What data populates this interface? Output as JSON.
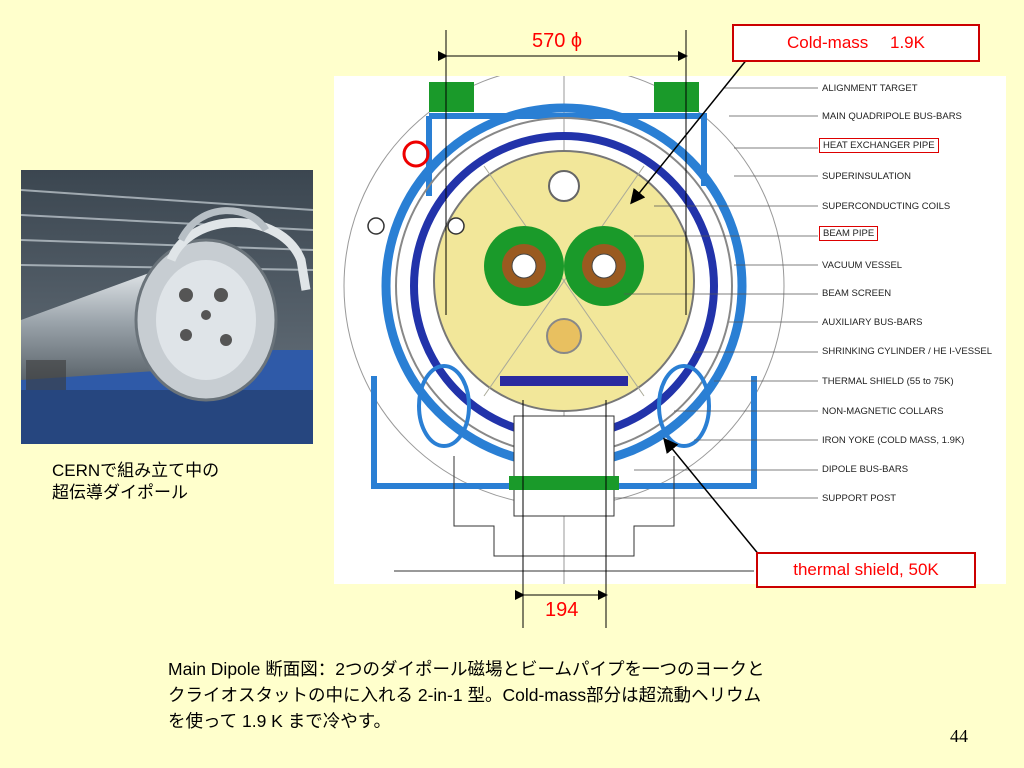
{
  "slide": {
    "page_number": "44",
    "main_text_lines": [
      "Main Dipole 断面図：2つのダイポール磁場とビームパイプを一つのヨークと",
      "クライオスタットの中に入れる 2-in-1 型。Cold-mass部分は超流動ヘリウム",
      "を使って 1.9 K まで冷やす。"
    ]
  },
  "photo": {
    "caption_lines": [
      "CERNで組み立て中の",
      "超伝導ダイポール"
    ]
  },
  "diagram": {
    "dimension_top": "570 ϕ",
    "dimension_bottom": "194",
    "cold_mass_label": "Cold-mass　 1.9K",
    "thermal_shield_label": "thermal shield, 50K",
    "callouts": [
      {
        "text": "ALIGNMENT TARGET",
        "boxed": false
      },
      {
        "text": "MAIN QUADRIPOLE BUS-BARS",
        "boxed": false
      },
      {
        "text": "HEAT EXCHANGER PIPE",
        "boxed": true
      },
      {
        "text": "SUPERINSULATION",
        "boxed": false
      },
      {
        "text": "SUPERCONDUCTING COILS",
        "boxed": false
      },
      {
        "text": "BEAM PIPE",
        "boxed": true
      },
      {
        "text": "VACUUM VESSEL",
        "boxed": false
      },
      {
        "text": "BEAM SCREEN",
        "boxed": false
      },
      {
        "text": "AUXILIARY BUS-BARS",
        "boxed": false
      },
      {
        "text": "SHRINKING CYLINDER / HE I-VESSEL",
        "boxed": false
      },
      {
        "text": "THERMAL SHIELD (55 to 75K)",
        "boxed": false
      },
      {
        "text": "NON-MAGNETIC COLLARS",
        "boxed": false
      },
      {
        "text": "IRON YOKE (COLD MASS, 1.9K)",
        "boxed": false
      },
      {
        "text": "DIPOLE BUS-BARS",
        "boxed": false
      },
      {
        "text": "SUPPORT POST",
        "boxed": false
      }
    ],
    "colors": {
      "vacuum_vessel": "#2a7fd4",
      "yoke": "#f2e79a",
      "coil_green": "#1a9a2a",
      "coil_brown": "#9a5a20",
      "label_red": "#ff0000",
      "box_border": "#cc0000",
      "background": "#ffffcc"
    }
  }
}
